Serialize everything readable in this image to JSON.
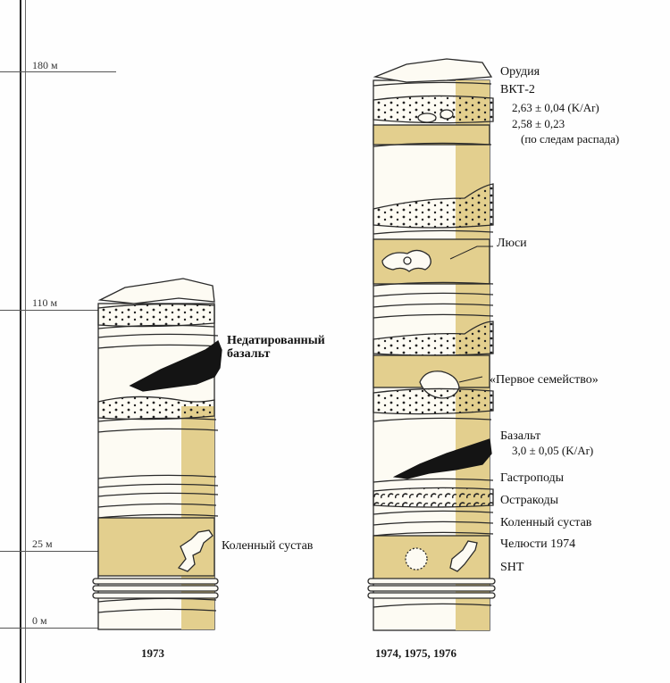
{
  "scale": {
    "ticks": [
      {
        "label": "180 м"
      },
      {
        "label": "110 м"
      },
      {
        "label": "25 м"
      },
      {
        "label": "0 м"
      }
    ]
  },
  "columns": [
    {
      "caption": "1973"
    },
    {
      "caption": "1974, 1975, 1976"
    }
  ],
  "labels_1973": {
    "basalt_line1": "Недатированный",
    "basalt_line2": "базальт",
    "knee": "Коленный сустав"
  },
  "labels_1974": {
    "tools": "Орудия",
    "vkt2": "ВКТ-2",
    "date1": "2,63 ± 0,04 (K/Ar)",
    "date2": "2,58 ± 0,23",
    "date2_note": "(по следам распада)",
    "lucy": "Люси",
    "first_family": "«Первое семейство»",
    "basalt": "Базальт",
    "basalt_date": "3,0 ± 0,05 (K/Ar)",
    "gastropods": "Гастроподы",
    "ostracods": "Остракоды",
    "knee": "Коленный сустав",
    "jaws": "Челюсти 1974",
    "sht": "SHT"
  },
  "colors": {
    "sediment": "#e3cf8e",
    "light_layer": "#fdfbf3",
    "basalt": "#141414",
    "outline": "#2a2a2a"
  }
}
